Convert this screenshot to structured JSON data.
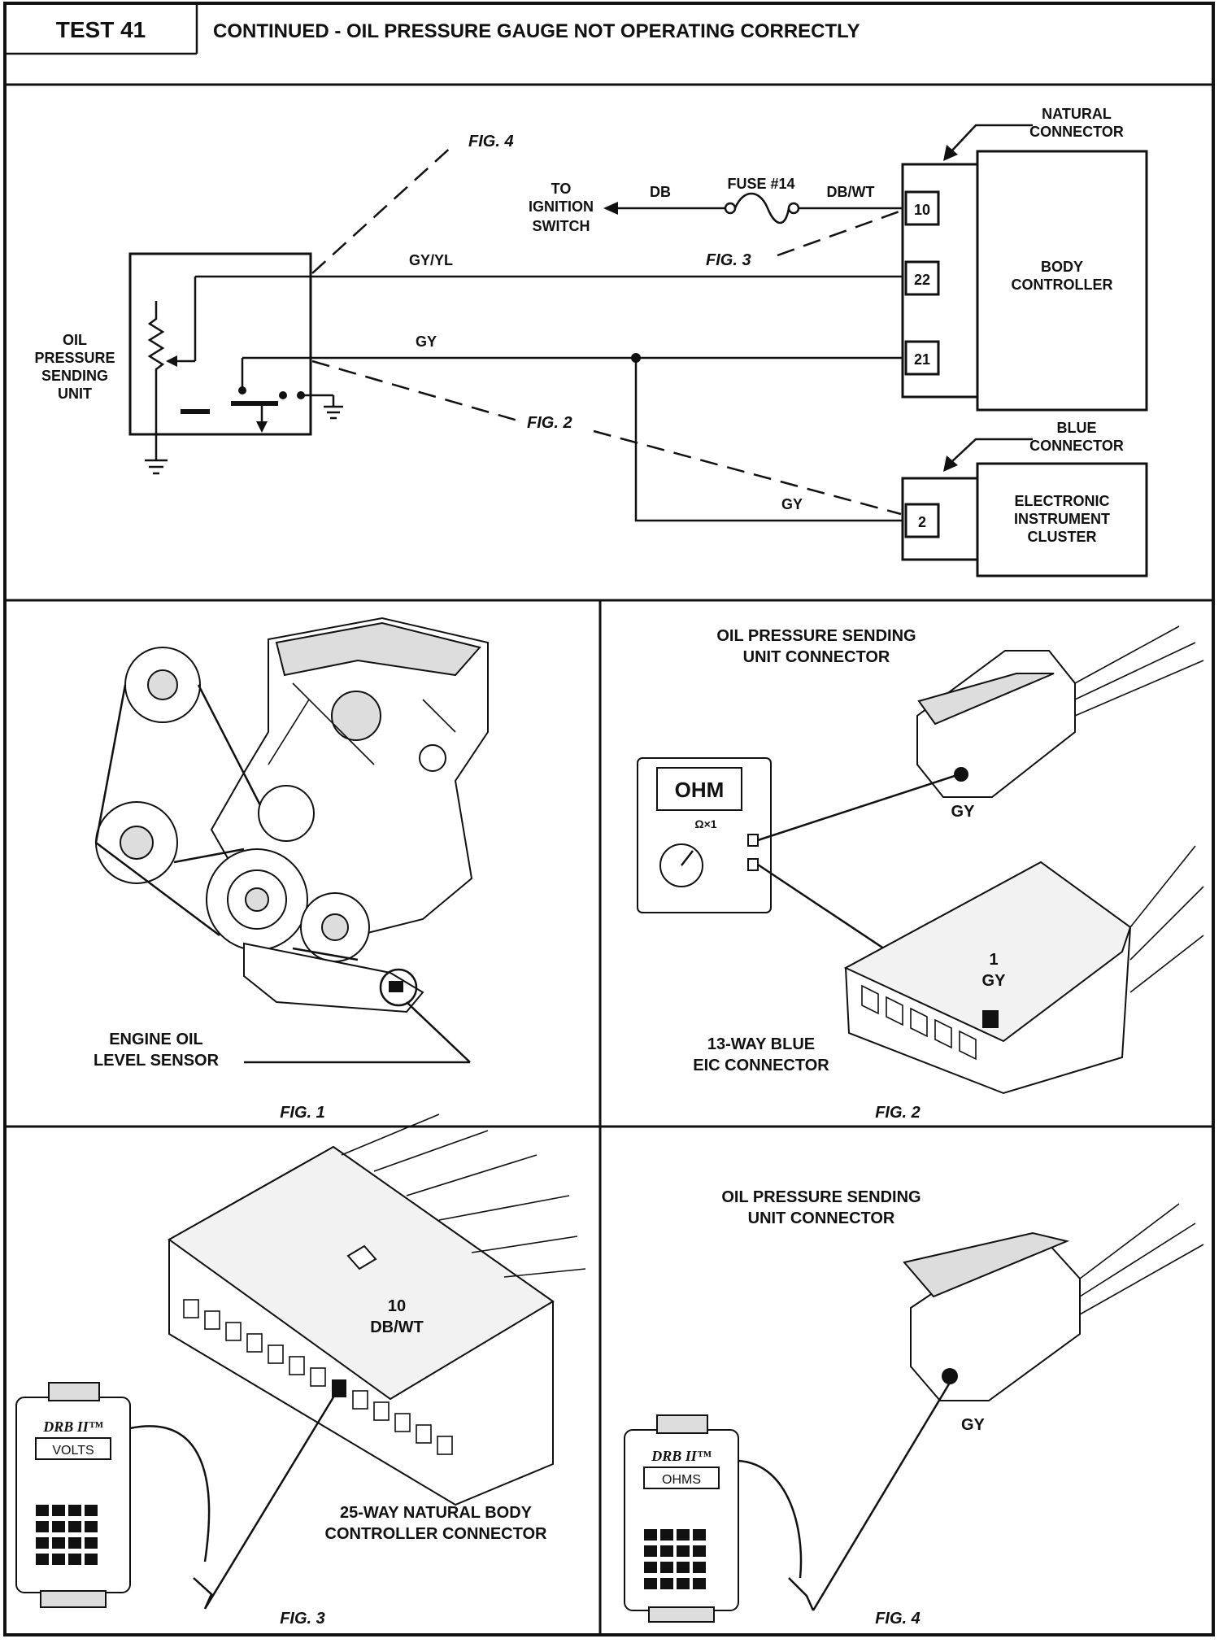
{
  "header": {
    "test_label": "TEST 41",
    "title": "CONTINUED - OIL PRESSURE GAUGE NOT OPERATING CORRECTLY"
  },
  "schematic": {
    "sending_unit_label": [
      "OIL",
      "PRESSURE",
      "SENDING",
      "UNIT"
    ],
    "ignition_label": [
      "TO",
      "IGNITION",
      "SWITCH"
    ],
    "fuse_label": "FUSE #14",
    "wire_db": "DB",
    "wire_dbwt": "DB/WT",
    "wire_gyyl": "GY/YL",
    "wire_gy_top": "GY",
    "wire_gy_bottom": "GY",
    "natural_connector_label": [
      "NATURAL",
      "CONNECTOR"
    ],
    "blue_connector_label": [
      "BLUE",
      "CONNECTOR"
    ],
    "body_controller_label": [
      "BODY",
      "CONTROLLER"
    ],
    "cluster_label": [
      "ELECTRONIC",
      "INSTRUMENT",
      "CLUSTER"
    ],
    "pins": [
      "10",
      "22",
      "21",
      "2"
    ],
    "fig_refs": [
      "FIG. 4",
      "FIG. 3",
      "FIG. 2"
    ]
  },
  "fig1": {
    "caption": "FIG. 1",
    "label": [
      "ENGINE OIL",
      "LEVEL SENSOR"
    ]
  },
  "fig2": {
    "caption": "FIG. 2",
    "top_label": [
      "OIL PRESSURE SENDING",
      "UNIT CONNECTOR"
    ],
    "meter_display": "OHM",
    "meter_scale": "Ω×1",
    "gy_label": "GY",
    "pin_label": "1",
    "pin_wire": "GY",
    "bottom_label": [
      "13-WAY BLUE",
      "EIC CONNECTOR"
    ]
  },
  "fig3": {
    "caption": "FIG. 3",
    "pin_label": "10",
    "pin_wire": "DB/WT",
    "label": [
      "25-WAY NATURAL BODY",
      "CONTROLLER CONNECTOR"
    ],
    "tool_brand": "DRB II™",
    "tool_display": "VOLTS"
  },
  "fig4": {
    "caption": "FIG. 4",
    "top_label": [
      "OIL PRESSURE SENDING",
      "UNIT CONNECTOR"
    ],
    "gy_label": "GY",
    "tool_brand": "DRB II™",
    "tool_display": "OHMS"
  }
}
